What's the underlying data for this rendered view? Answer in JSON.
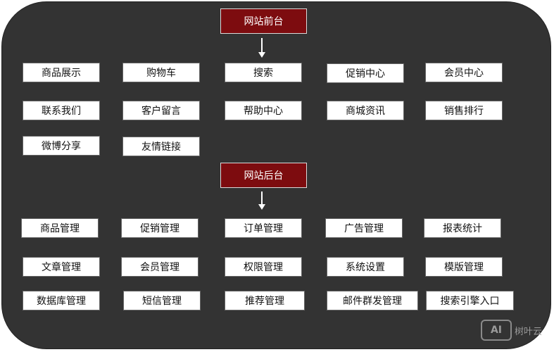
{
  "frontend": {
    "title": "网站前台",
    "items": [
      "商品展示",
      "购物车",
      "搜索",
      "促销中心",
      "会员中心",
      "联系我们",
      "客户留言",
      "帮助中心",
      "商城资讯",
      "销售排行",
      "微博分享",
      "友情链接"
    ]
  },
  "backend": {
    "title": "网站后台",
    "items": [
      "商品管理",
      "促销管理",
      "订单管理",
      "广告管理",
      "报表统计",
      "文章管理",
      "会员管理",
      "权限管理",
      "系统设置",
      "模版管理",
      "数据库管理",
      "短信管理",
      "推荐管理",
      "邮件群发管理",
      "搜索引擎入口"
    ]
  },
  "watermark": {
    "logo": "AI",
    "text": "树叶云"
  },
  "colors": {
    "panel": "#333333",
    "header": "#7d0c0f",
    "box": "#ffffff"
  }
}
